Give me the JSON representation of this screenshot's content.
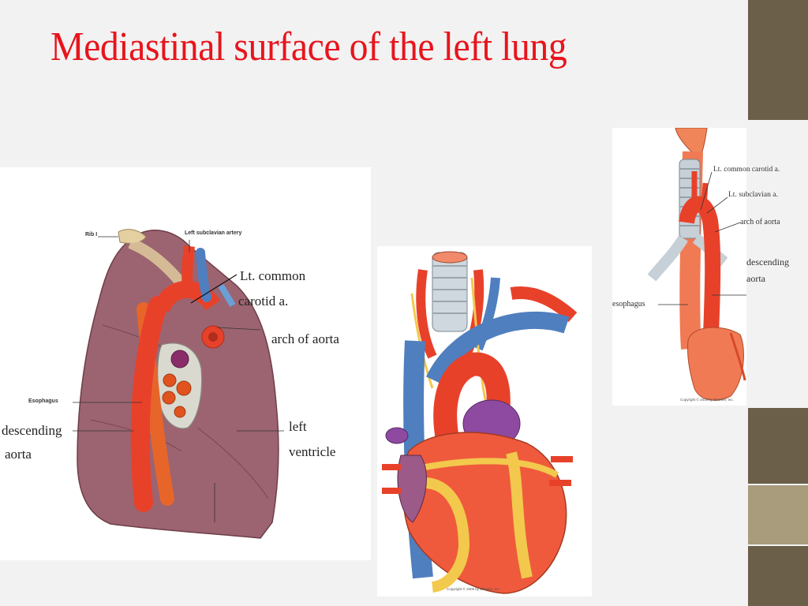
{
  "slide": {
    "title": "Mediastinal surface of the left lung"
  },
  "colors": {
    "title": "#e8141c",
    "deco_dark": "#6b5f49",
    "deco_light": "#a89c7c",
    "artery": "#e8412a",
    "vein": "#4f7fbf",
    "lung": "#9c6470",
    "fat": "#f2c94c"
  },
  "left_diagram": {
    "labels": {
      "rib": "Rib I",
      "subclavian": "Left subclavian artery",
      "esophagus": "Esophagus",
      "lt_common": "Lt. common",
      "carotid": "carotid a.",
      "arch": "arch of aorta",
      "left": "left",
      "ventricle": "ventricle",
      "descending": "descending",
      "aorta": "aorta"
    }
  },
  "middle_diagram": {
    "copyright": "Copyright © 2005 by Elsevier, Inc."
  },
  "right_diagram": {
    "labels": {
      "lt_common_carotid": "Lt. common carotid a.",
      "lt_subclavian": "Lt. subclavian a.",
      "arch": "arch of aorta",
      "descending": "descending",
      "aorta": "aorta",
      "esophagus": "esophagus"
    },
    "copyright": "Copyright © 2005 by Elsevier, Inc."
  }
}
